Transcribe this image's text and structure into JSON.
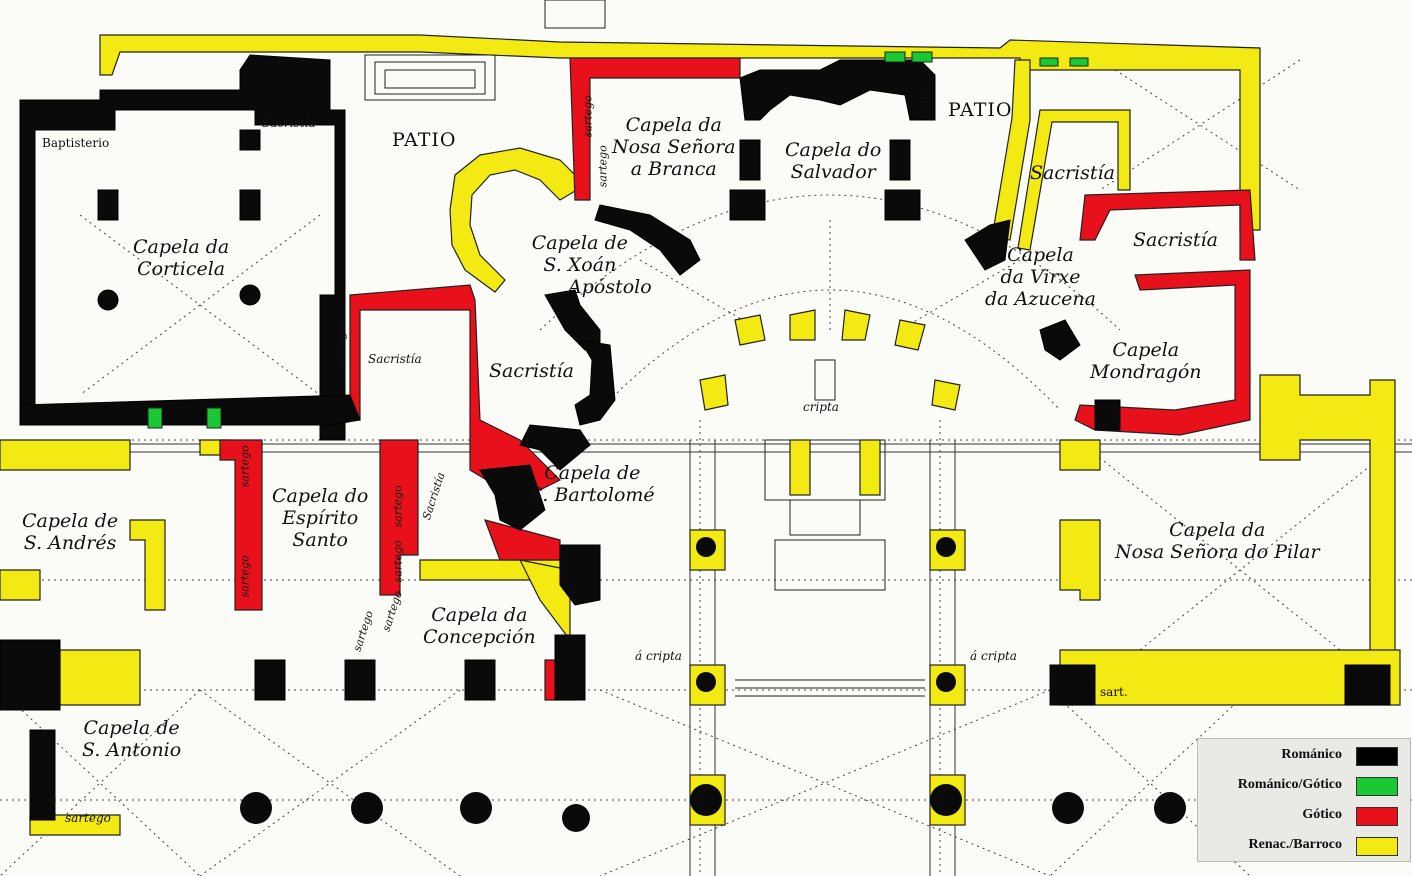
{
  "colors": {
    "romanico": "#000000",
    "romanico_gotico": "#19c832",
    "gotico": "#e8101a",
    "renac_barroco": "#f2ea12",
    "background": "#fbfbf8",
    "lines": "#222222"
  },
  "labels": {
    "patio_left": "PATIO",
    "patio_right": "PATIO",
    "baptisterio": "Baptisterio",
    "sacristia_top": "Sacristía",
    "corticela_1": "Capela da",
    "corticela_2": "Corticela",
    "branca_1": "Capela da",
    "branca_2": "Nosa Señora",
    "branca_3": "a Branca",
    "salvador_1": "Capela do",
    "salvador_2": "Salvador",
    "sacristia_right": "Sacristía",
    "sacristia_right2": "Sacristía",
    "xoan_1": "Capela de",
    "xoan_2": "S. Xoán",
    "xoan_3": "Apóstolo",
    "azucena_1": "Capela",
    "azucena_2": "da Virxe",
    "azucena_3": "da Azucena",
    "sacristia_mid": "Sacristía",
    "sacristia_small": "Sacristía",
    "sacristia_vert": "Sacristía",
    "mondragon_1": "Capela",
    "mondragon_2": "Mondragón",
    "cripta": "cripta",
    "bartolome_1": "Capela de",
    "bartolome_2": "S. Bartolomé",
    "andres_1": "Capela de",
    "andres_2": "S. Andrés",
    "espirito_1": "Capela do",
    "espirito_2": "Espírito",
    "espirito_3": "Santo",
    "concepcion_1": "Capela da",
    "concepcion_2": "Concepción",
    "pilar_1": "Capela da",
    "pilar_2": "Nosa Señora do Pilar",
    "a_cripta_left": "á cripta",
    "a_cripta_right": "á cripta",
    "antonio_1": "Capela de",
    "antonio_2": "S. Antonio",
    "sartego": "sartego",
    "sart": "sart."
  },
  "legend": [
    {
      "label": "Románico",
      "color": "#000000"
    },
    {
      "label": "Románico/Gótico",
      "color": "#19c832"
    },
    {
      "label": "Gótico",
      "color": "#e8101a"
    },
    {
      "label": "Renac./Barroco",
      "color": "#f2ea12"
    }
  ]
}
